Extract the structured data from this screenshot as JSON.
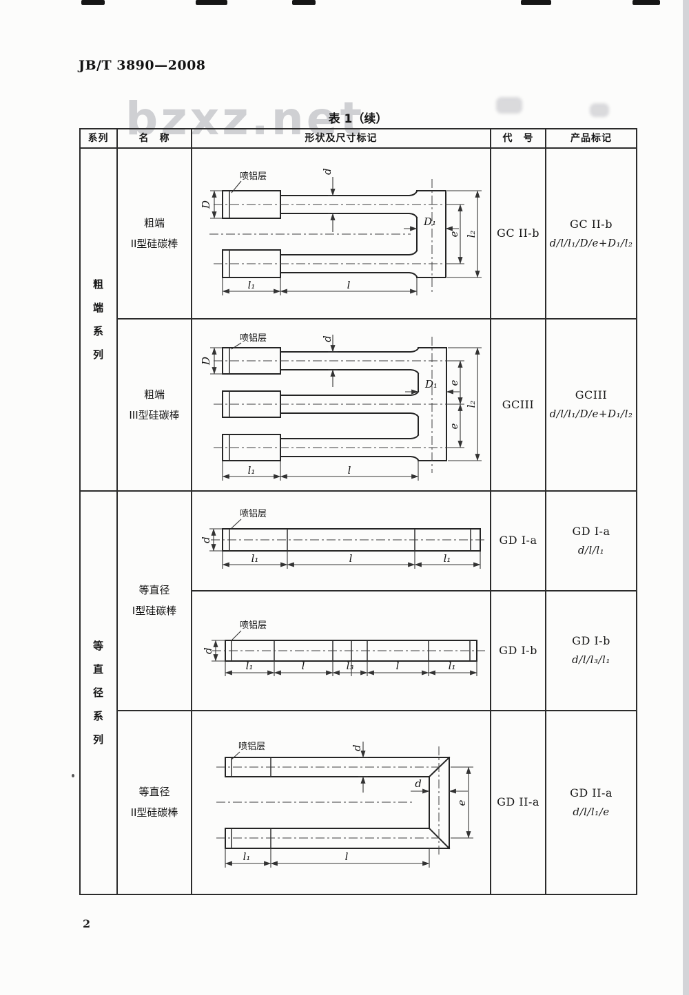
{
  "page": {
    "standard_number": "JB/T 3890—2008",
    "table_title": "表 1（续）",
    "watermark": "bzxz.net",
    "page_number": "2"
  },
  "table_headers": {
    "series": "系列",
    "name": "名　称",
    "shape": "形状及尺寸标记",
    "code": "代　号",
    "marking": "产品标记"
  },
  "series_groups": [
    {
      "label": "粗端系列",
      "chars": [
        "粗",
        "端",
        "系",
        "列"
      ]
    },
    {
      "label": "等直径系列",
      "chars": [
        "等",
        "直",
        "径",
        "系",
        "列"
      ]
    }
  ],
  "rows": [
    {
      "name1": "粗端",
      "name2": "II型硅碳棒",
      "code": "GC II-b",
      "marking1": "GC II-b",
      "marking2": "d/l/l₁/D/e+D₁/l₂"
    },
    {
      "name1": "粗端",
      "name2": "III型硅碳棒",
      "code": "GCIII",
      "marking1": "GCIII",
      "marking2": "d/l/l₁/D/e+D₁/l₂"
    },
    {
      "name1": "等直径",
      "name2": "I型硅碳棒",
      "code": "GD I-a",
      "marking1": "GD I-a",
      "marking2": "d/l/l₁"
    },
    {
      "name1": "",
      "name2": "",
      "code": "GD I-b",
      "marking1": "GD I-b",
      "marking2": "d/l/l₃/l₁"
    },
    {
      "name1": "等直径",
      "name2": "II型硅碳棒",
      "code": "GD II-a",
      "marking1": "GD II-a",
      "marking2": "d/l/l₁/e"
    }
  ],
  "drawings": {
    "coating_label": "喷铝层",
    "dims": {
      "d": "d",
      "D": "D",
      "D1": "D₁",
      "e": "e",
      "l": "l",
      "l1": "l₁",
      "l2": "l₂",
      "l3": "l₃"
    }
  }
}
